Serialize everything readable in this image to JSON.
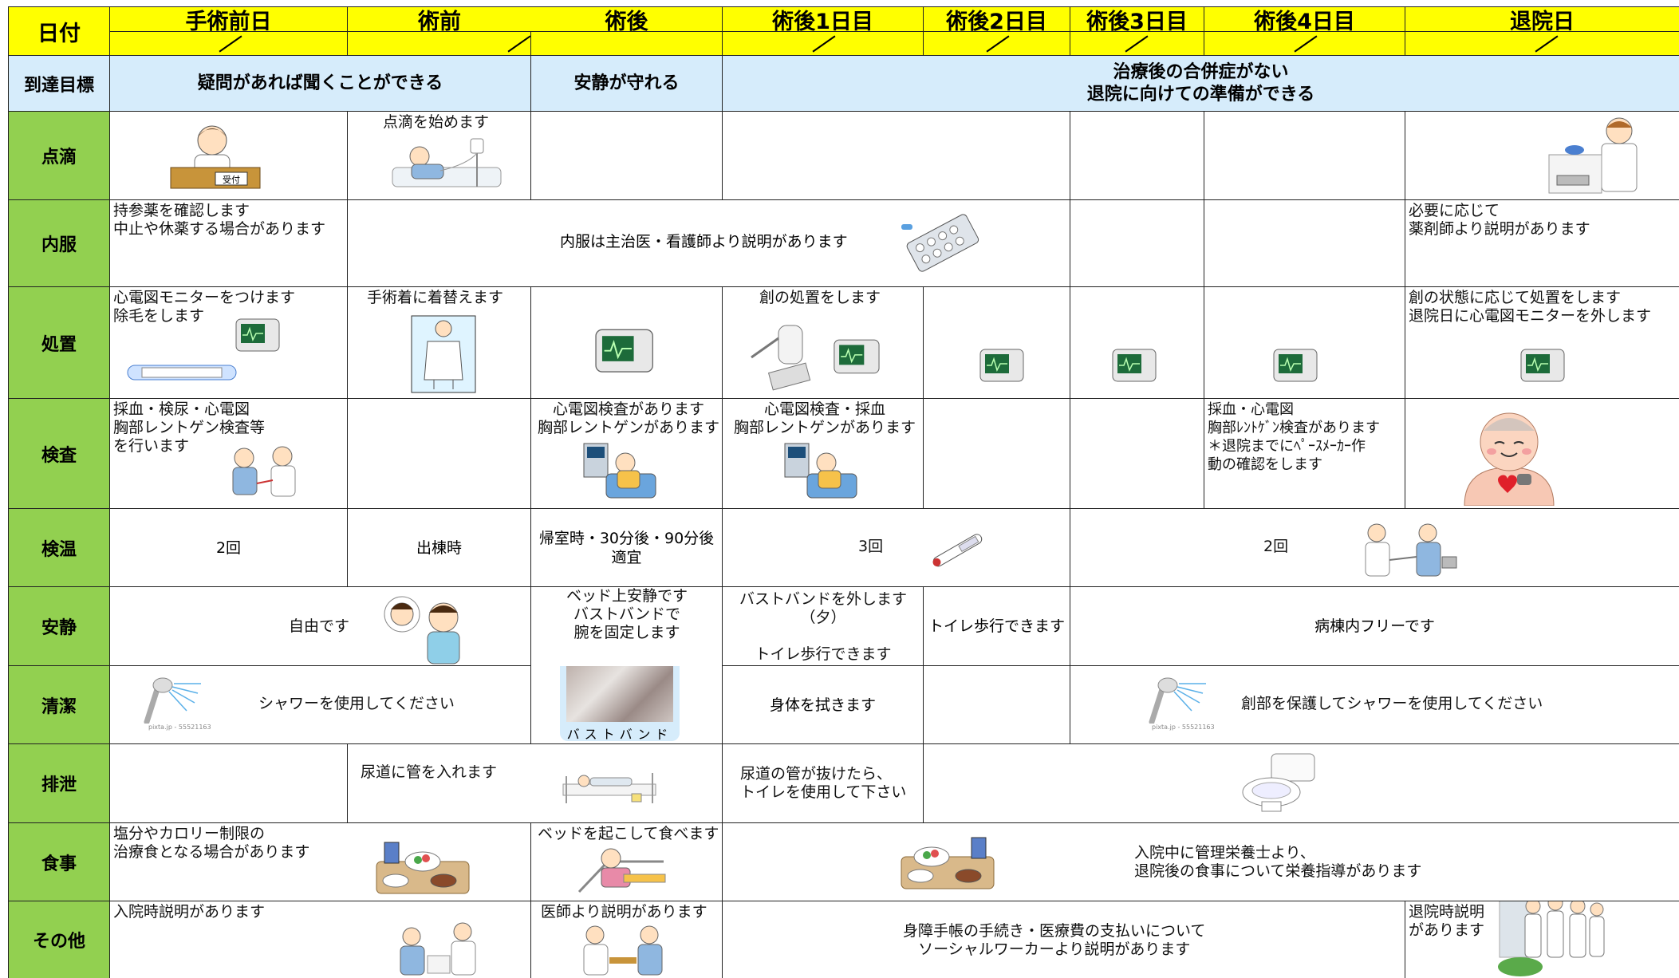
{
  "header": {
    "date_label": "日付",
    "days": [
      "手術前日",
      "術前",
      "術後",
      "術後1日目",
      "術後2日目",
      "術後3日目",
      "術後4日目",
      "退院日"
    ]
  },
  "goals": {
    "label": "到達目標",
    "g1": "疑問があれば聞くことができる",
    "g2": "安静が守れる",
    "g3": "治療後の合併症がない\n退院に向けての準備ができる"
  },
  "rows": {
    "tenteki": {
      "label": "点滴",
      "c2": "点滴を始めます",
      "icon_c1": "reception-nurse-icon",
      "icon_c8": "pharmacist-icon"
    },
    "naifuku": {
      "label": "内服",
      "c1": "持参薬を確認します\n中止や休薬する場合があります",
      "mid": "内服は主治医・看護師より説明があります",
      "c8": "必要に応じて\n薬剤師より説明があります"
    },
    "shochi": {
      "label": "処置",
      "c1": "心電図モニターをつけます\n除毛をします",
      "c2": "手術着に着替えます",
      "c4": "創の処置をします",
      "c8": "創の状態に応じて処置をします\n退院日に心電図モニターを外します"
    },
    "kensa": {
      "label": "検査",
      "c1": "採血・検尿・心電図\n胸部レントゲン検査等\nを行います",
      "c3": "心電図検査があります\n胸部レントゲンがあります",
      "c4": "心電図検査・採血\n胸部レントゲンがあります",
      "c7": "採血・心電図\n胸部ﾚﾝﾄｹﾞﾝ検査があります\n＊退院までにﾍﾟｰｽﾒｰｶｰ作\n動の確認をします"
    },
    "kenon": {
      "label": "検温",
      "c1": "2回",
      "c2": "出棟時",
      "c3": "帰室時・30分後・90分後\n適宜",
      "c4": "3回",
      "c67": "2回"
    },
    "ansei": {
      "label": "安静",
      "c12": "自由です",
      "c3": "ベッド上安静です\nバストバンドで\n腕を固定します",
      "c4": "バストバンドを外します\n（夕）\n\nトイレ歩行できます",
      "c5": "トイレ歩行できます",
      "c68": "病棟内フリーです"
    },
    "seiketsu": {
      "label": "清潔",
      "c12": "シャワーを使用してください",
      "c3_caption": "バストバンド",
      "c4": "身体を拭きます",
      "c68": "創部を保護してシャワーを使用してください",
      "img_credit": "pixta.jp - 55521163"
    },
    "haisetsu": {
      "label": "排泄",
      "c23": "尿道に管を入れます",
      "c4": "尿道の管が抜けたら、\nトイレを使用して下さい"
    },
    "shokuji": {
      "label": "食事",
      "c12": "塩分やカロリー制限の\n治療食となる場合があります",
      "c3": "ベッドを起こして食べます",
      "c48": "入院中に管理栄養士より、\n退院後の食事について栄養指導があります"
    },
    "sonota": {
      "label": "その他",
      "c1": "入院時説明があります",
      "c3": "医師より説明があります",
      "c47": "身障手帳の手続き・医療費の支払いについて\nソーシャルワーカーより説明があります",
      "c8": "退院時説明\nがあります"
    }
  },
  "reception_sign": "受付",
  "colors": {
    "header_yellow": "#ffff00",
    "goal_blue": "#d6ecfb",
    "row_green": "#92d050"
  }
}
